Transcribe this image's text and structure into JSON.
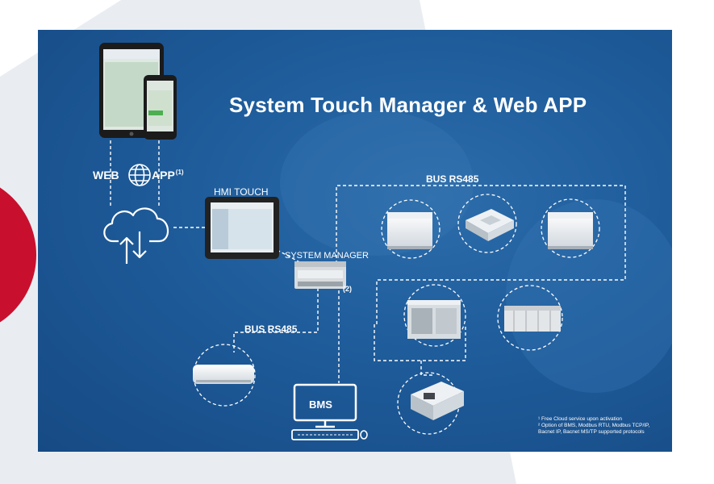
{
  "title": "System Touch Manager & Web APP",
  "web_app": {
    "web": "WEB",
    "app": "APP",
    "footnote_mark": "(1)"
  },
  "hmi_label": "HMI TOUCH",
  "system_manager_label": "SYSTEM MANAGER",
  "note_2": "(2)",
  "bus_top_label": "BUS RS485",
  "bus_left_label": "BUS RS485",
  "bms_label": "BMS",
  "footnotes": [
    "¹ Free Cloud service upon activation",
    "² Option of BMS, Modbus RTU, Modbus TCP/IP,",
    "Bacnet IP, Bacnet MS/TP supported protocols"
  ],
  "colors": {
    "panel": "#1f5d9c",
    "accent_red": "#c8102e",
    "line": "#ffffff"
  }
}
